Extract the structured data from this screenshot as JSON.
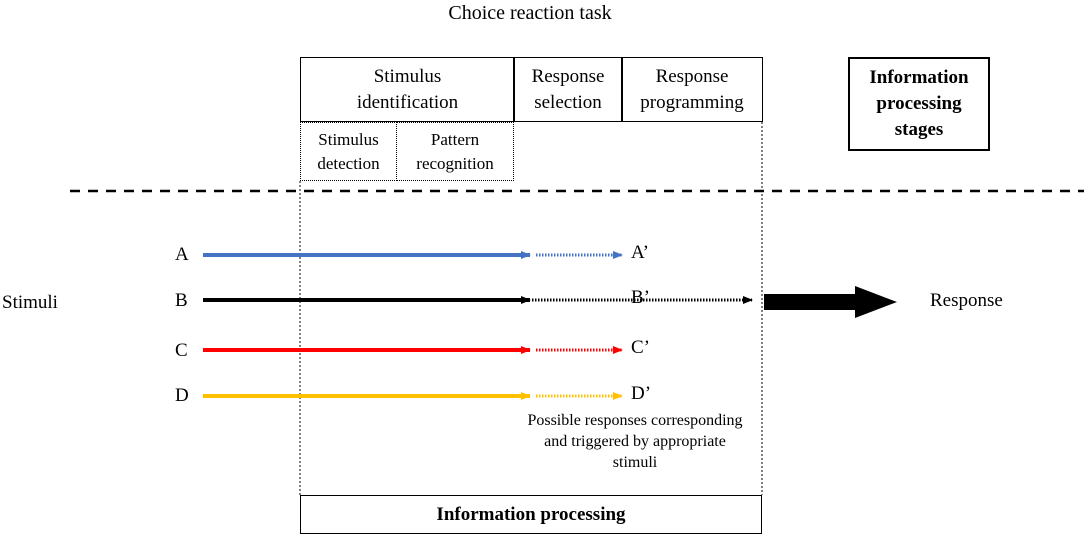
{
  "title": "Choice reaction task",
  "stages": {
    "stimulus_identification": "Stimulus identification",
    "response_selection": "Response selection",
    "response_programming": "Response programming",
    "stimulus_detection": "Stimulus detection",
    "pattern_recognition": "Pattern recognition",
    "info_processing_stages": "Information processing stages"
  },
  "left_label": "Stimuli",
  "right_label": "Response",
  "stimuli": [
    {
      "label": "A",
      "response": "A’",
      "color": "#4472c4"
    },
    {
      "label": "B",
      "response": "B’",
      "color": "#000000"
    },
    {
      "label": "C",
      "response": "C’",
      "color": "#ff0000"
    },
    {
      "label": "D",
      "response": "D’",
      "color": "#ffc000"
    }
  ],
  "note": "Possible responses corresponding and triggered by appropriate stimuli",
  "footer": "Information processing"
}
